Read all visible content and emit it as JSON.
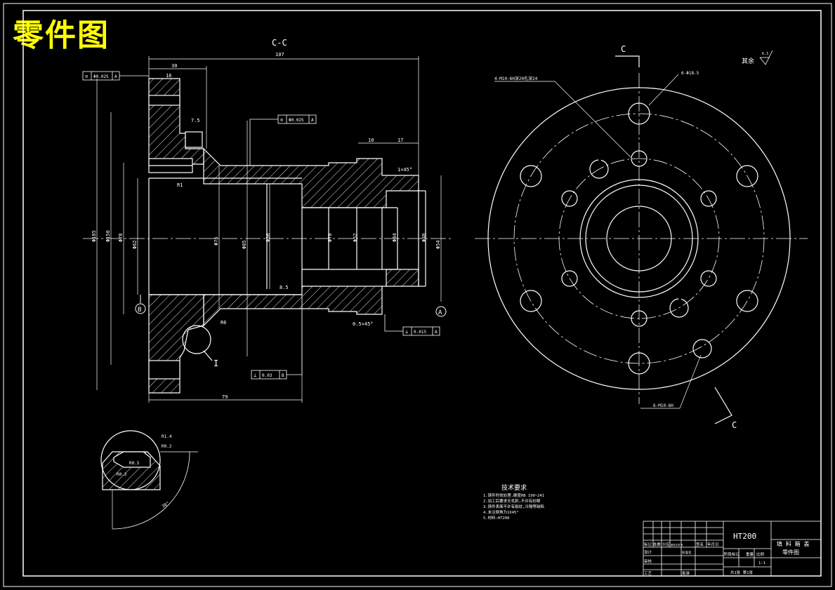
{
  "drawing": {
    "main_title": "零件图",
    "section_label": "C-C",
    "cut_marker": "C",
    "detail_marker": "I",
    "datum_a": "A",
    "datum_b": "B",
    "dimensions": {
      "overall_len": "107",
      "d_30": "30",
      "d_16": "16",
      "d_79": "79",
      "d_10": "10",
      "d_17": "17",
      "ra_75": "7.5",
      "chamfer_top": "1×45°",
      "chamfer_bottom": "0.5×45°",
      "r_small": "R1",
      "r_6": "R6",
      "dia_185": "Φ185",
      "dia_150": "Φ150",
      "dia_78": "Φ78",
      "dia_62": "Φ62",
      "dia_76": "Φ76",
      "dia_85": "Φ85",
      "dia_56": "Φ56",
      "dia_70": "Φ70",
      "dia_52": "Φ52",
      "dia_44": "Φ44",
      "dia_48": "Φ48",
      "dia_54": "Φ54",
      "len_85": "8.5"
    },
    "tolerance_frames": {
      "top_left": [
        "⊙",
        "Φ0.025",
        "A"
      ],
      "top_mid": [
        "⊙",
        "Φ0.025",
        "A"
      ],
      "perp_right": [
        "⊥",
        "0.015",
        "A"
      ],
      "perp_bottom": [
        "⊥",
        "0.03",
        "B"
      ]
    },
    "surface_note": "其余",
    "surface_value": "6.3",
    "hole_callouts": {
      "threaded": "4-M10-6H深20孔深24",
      "dia_18": "6-Φ18.5",
      "m10": "6-M10-6H"
    },
    "detail": {
      "r1": "R1.4",
      "r2": "R0.2",
      "r3": "R0.5",
      "r4": "R0.2",
      "angle": "30°"
    },
    "tech_requirements": {
      "heading": "技术要求",
      "items": [
        "1.铸件时效处理,硬度HB 190~241",
        "2.加工后要求无毛刺,不许有砂眼",
        "3.铸件表面不许有裂纹,冷隔等缺陷",
        "4.未注倒角为1X45°",
        "5.材料:HT200"
      ]
    },
    "title_block": {
      "material": "HT200",
      "part_name_line1": "填 料 箱 盖",
      "part_name_line2": "零件图",
      "labels": {
        "mark": "标记",
        "count": "处数",
        "zone": "分区",
        "change_doc": "更改文件号",
        "signature": "签名",
        "date": "年月日",
        "design": "设计",
        "standardize": "标准化",
        "review": "审核",
        "process": "工艺",
        "approve": "批准",
        "stage_mark": "阶段标记",
        "weight": "重量",
        "scale": "比例",
        "scale_value": "1:1",
        "sheets": "共1张 第1张"
      }
    }
  }
}
